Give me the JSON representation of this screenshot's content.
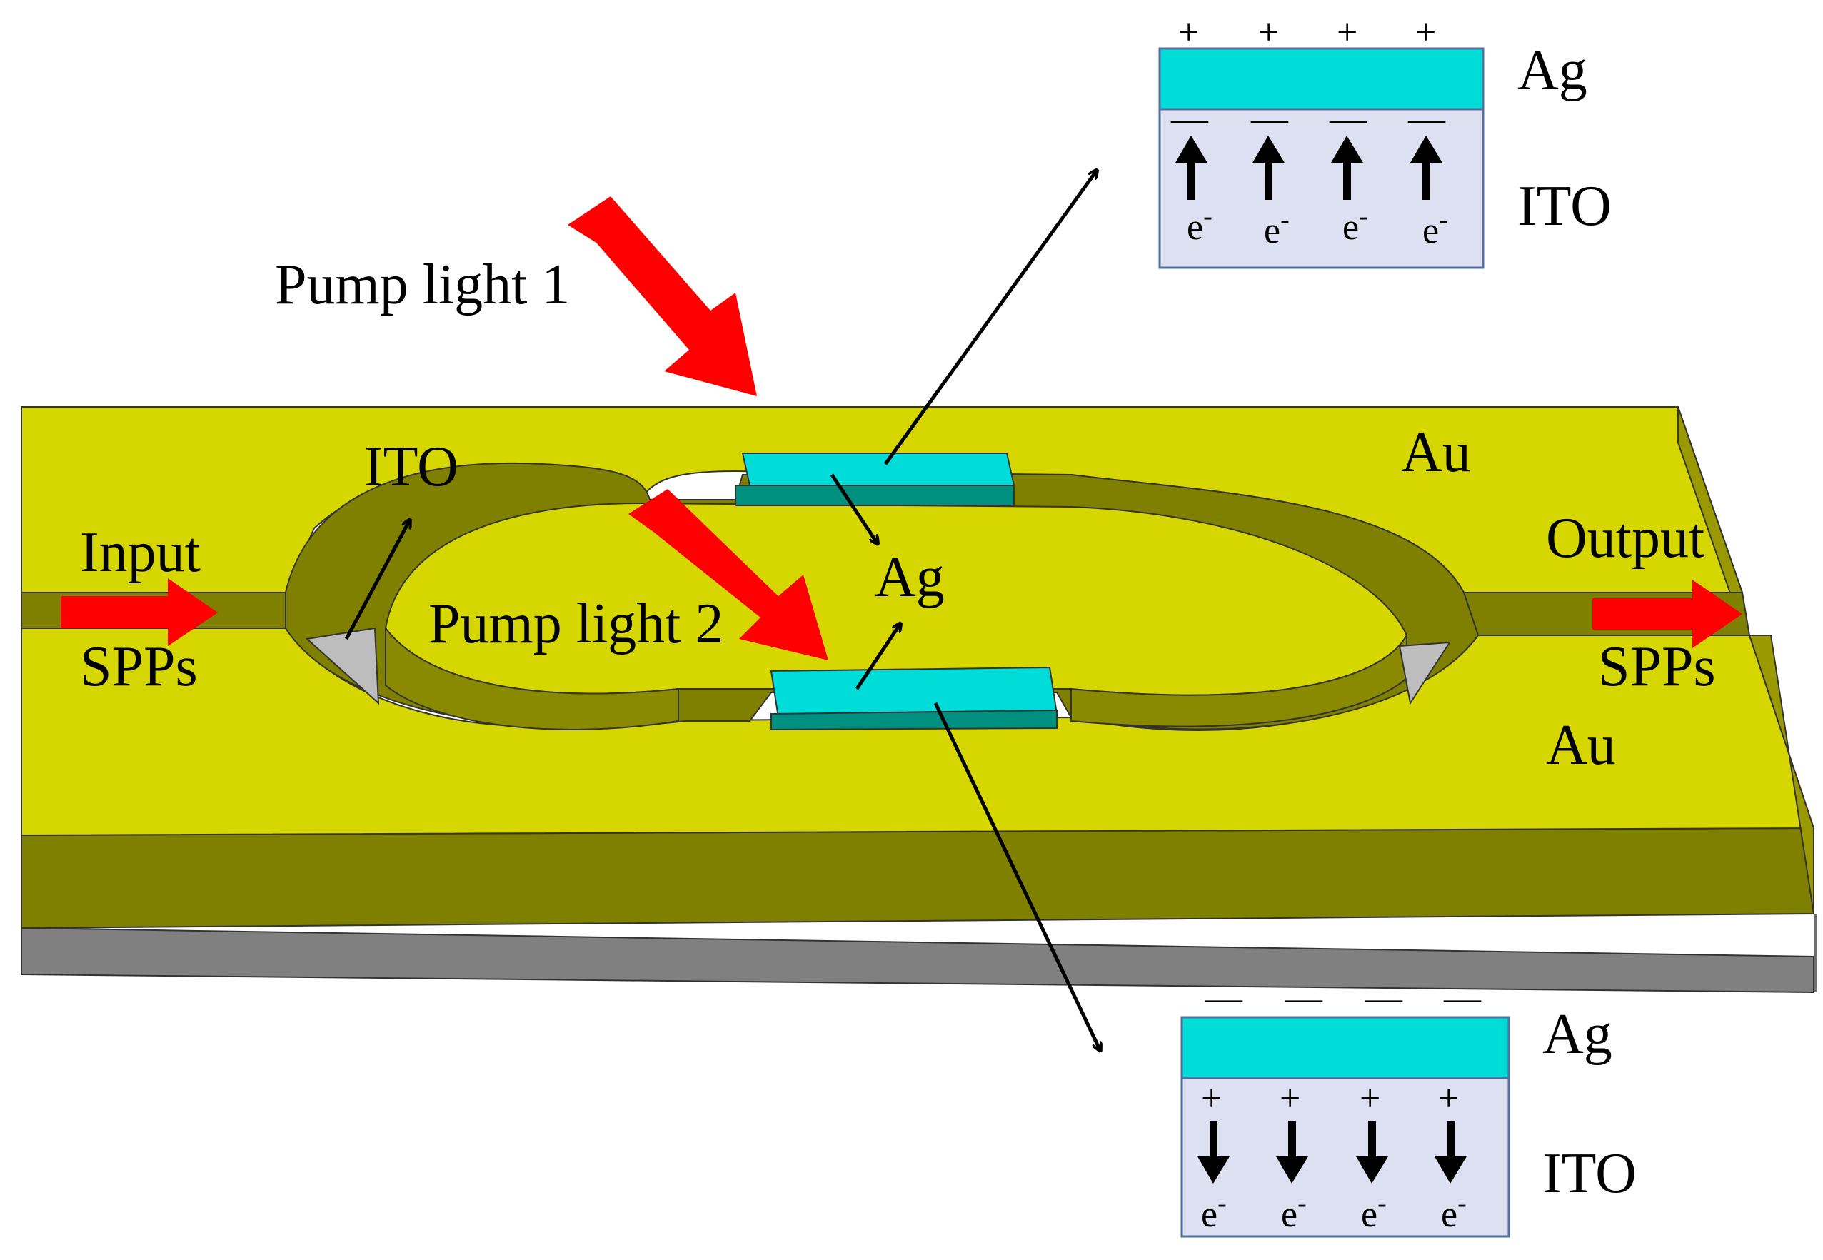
{
  "labels": {
    "pump1": "Pump light 1",
    "pump2": "Pump light 2",
    "ito_ring": "ITO",
    "ag_center": "Ag",
    "au_top": "Au",
    "au_bottom": "Au",
    "input_1": "Input",
    "input_2": "SPPs",
    "output_1": "Output",
    "output_2": "SPPs"
  },
  "inset_top": {
    "metal_label": "Ag",
    "oxide_label": "ITO",
    "metal_charge": "+",
    "oxide_charge": "—",
    "carrier": "e",
    "carrier_sup": "-"
  },
  "inset_bottom": {
    "metal_label": "Ag",
    "oxide_label": "ITO",
    "metal_charge": "—",
    "oxide_charge": "+",
    "carrier": "e",
    "carrier_sup": "-"
  },
  "colors": {
    "gold_top": "#d6d600",
    "gold_side": "#7f7f00",
    "substrate": "#808080",
    "ag_cyan": "#00dcd8",
    "ag_dark": "#009080",
    "ito_fill": "#dde0f0",
    "inset_border": "#5070a0",
    "arrow_red": "#ff0000",
    "cavity_grey": "#bdbdbd"
  }
}
